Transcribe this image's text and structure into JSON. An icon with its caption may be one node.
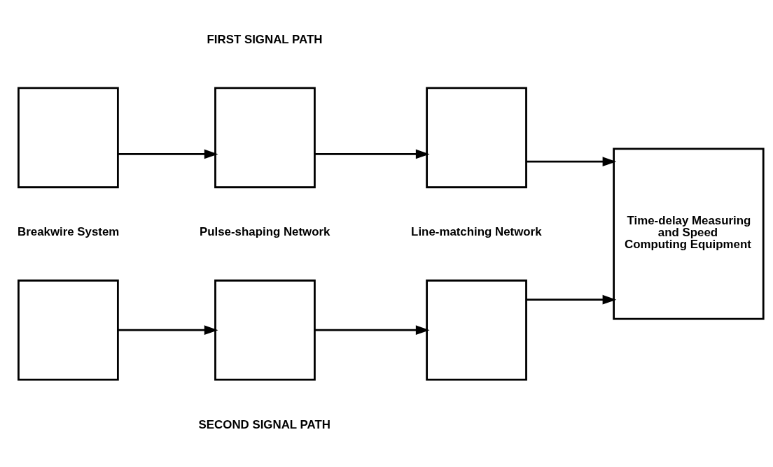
{
  "diagram": {
    "nodes": [
      {
        "text": [],
        "shape": "box"
      },
      {
        "text": [],
        "shape": "box"
      },
      {
        "text": [],
        "shape": "box"
      },
      {
        "text": [
          "Time-delay Measuring and Speed Computing Equipment"
        ]
      },
      {
        "text": [],
        "shape": "box"
      },
      {
        "text": [],
        "shape": "box"
      },
      {
        "text": [],
        "shape": "box"
      }
    ],
    "edges": [
      {
        "from": 0,
        "to": 1,
        "arrow": "to"
      },
      {
        "from": 1,
        "to": 2,
        "arrow": "to"
      },
      {
        "from": 2,
        "to": 3,
        "arrow": "to"
      },
      {
        "from": 4,
        "to": 5,
        "arrow": "to"
      },
      {
        "from": 5,
        "to": 6,
        "arrow": "to"
      },
      {
        "from": 6,
        "to": 3,
        "arrow": "to"
      }
    ],
    "labels": [
      "FIRST SIGNAL PATH",
      "Breakwire System",
      "Pulse-shaping Network",
      "Line-matching Network",
      "SECOND SIGNAL PATH"
    ]
  }
}
